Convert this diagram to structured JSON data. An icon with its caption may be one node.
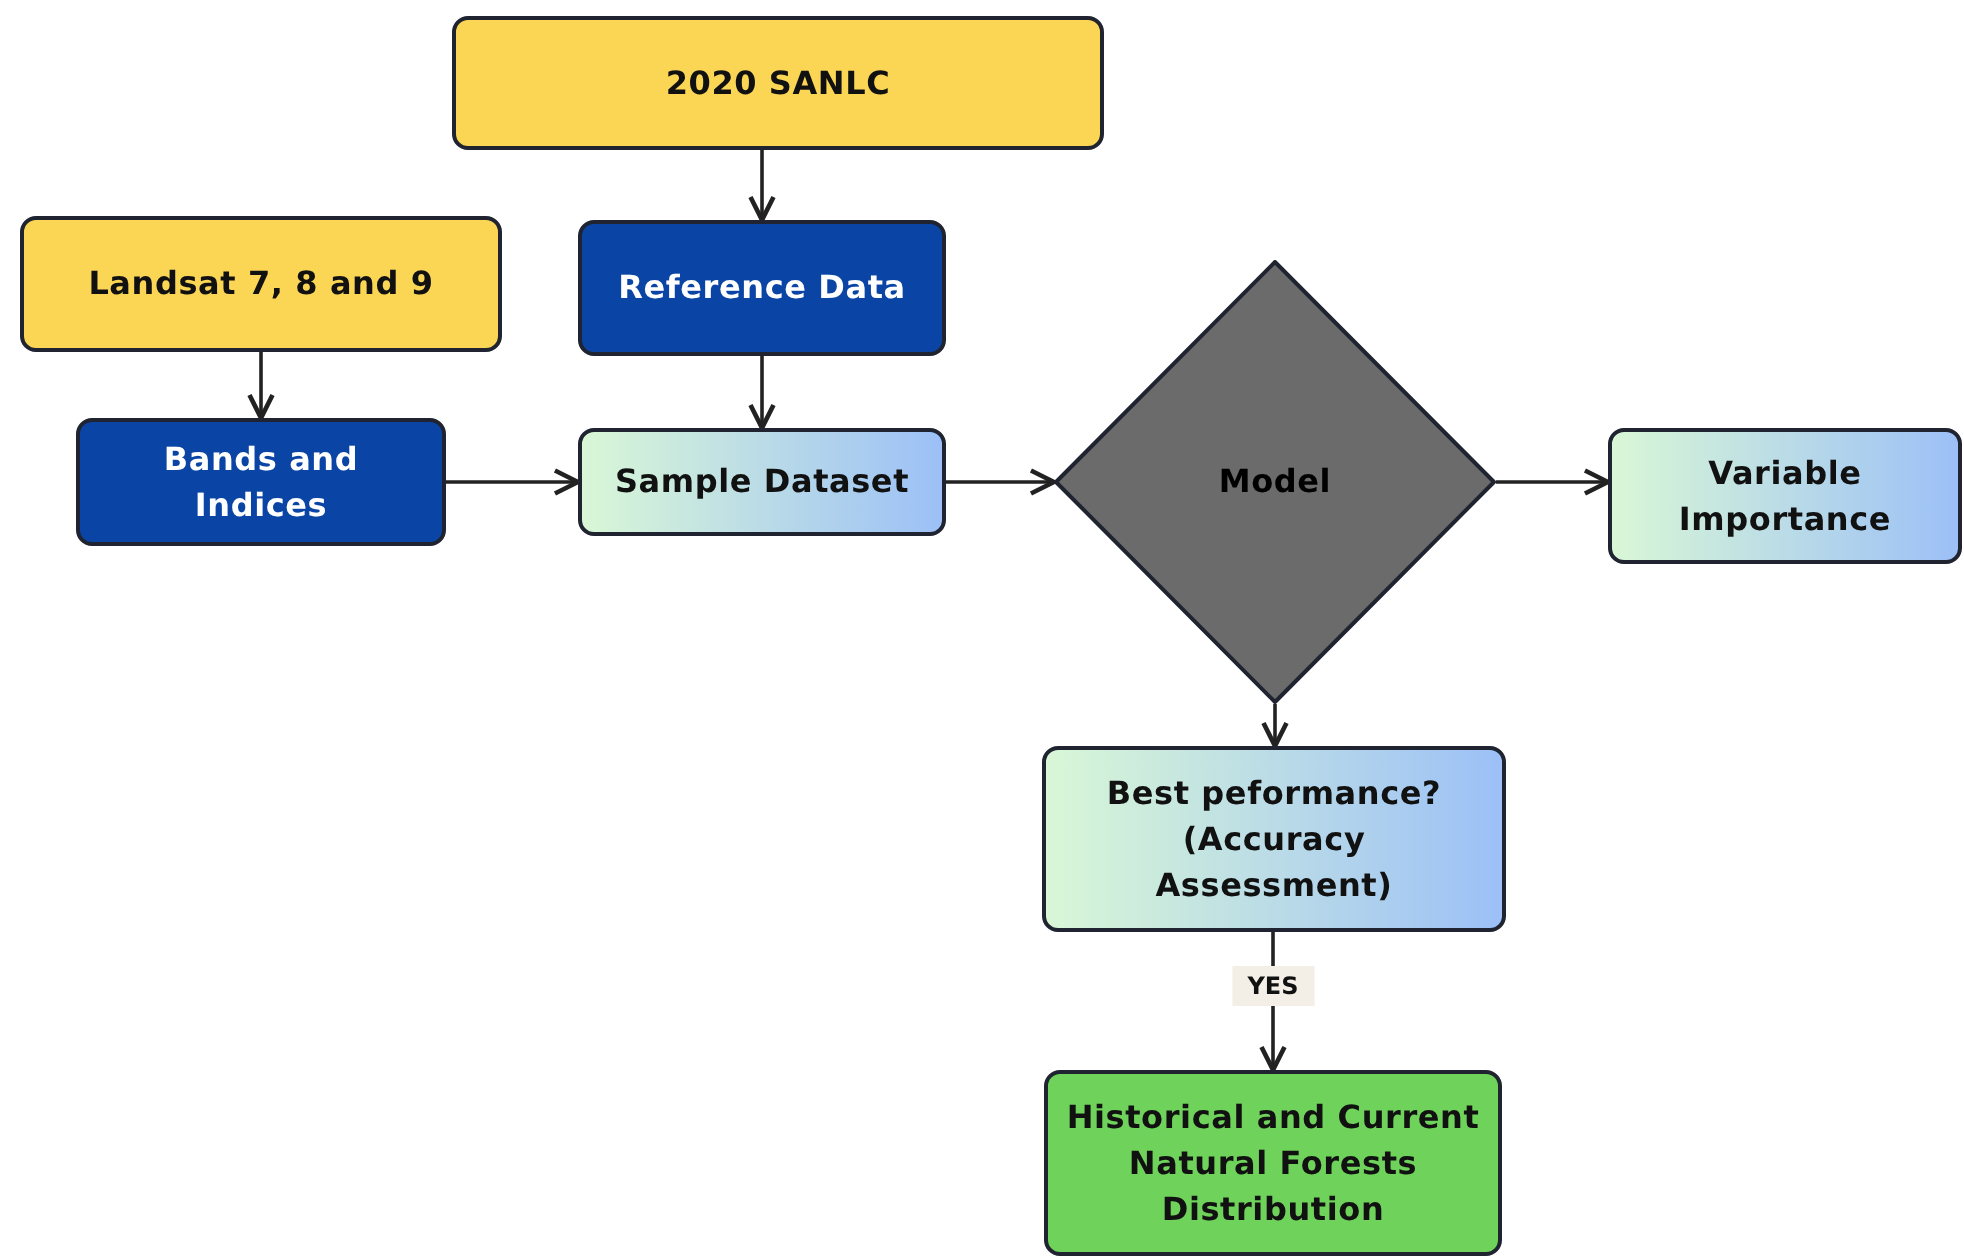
{
  "diagram": {
    "nodes": [
      {
        "text": [
          "2020 SANLC"
        ]
      },
      {
        "text": [
          "Landsat 7, 8 and 9"
        ]
      },
      {
        "text": [
          "Reference Data"
        ]
      },
      {
        "text": [
          "Bands and Indices"
        ]
      },
      {
        "text": [
          "Sample Dataset"
        ]
      },
      {
        "text": [
          "Model"
        ]
      },
      {
        "text": [
          "Variable Importance"
        ]
      },
      {
        "text": [
          "Best peformance? (Accuracy Assessment)"
        ]
      },
      {
        "text": [
          "Historical and Current Natural Forests Distribution"
        ]
      }
    ],
    "edges": [
      {
        "from": 0,
        "to": 2,
        "arrow": "to"
      },
      {
        "from": 1,
        "to": 3,
        "arrow": "to"
      },
      {
        "from": 2,
        "to": 4,
        "arrow": "to"
      },
      {
        "from": 3,
        "to": 4,
        "arrow": "to"
      },
      {
        "from": 4,
        "to": 5,
        "arrow": "to"
      },
      {
        "from": 5,
        "to": 6,
        "arrow": "to"
      },
      {
        "from": 5,
        "to": 7,
        "arrow": "to"
      },
      {
        "from": 7,
        "to": 8,
        "arrow": "to",
        "label": "YES"
      }
    ]
  }
}
